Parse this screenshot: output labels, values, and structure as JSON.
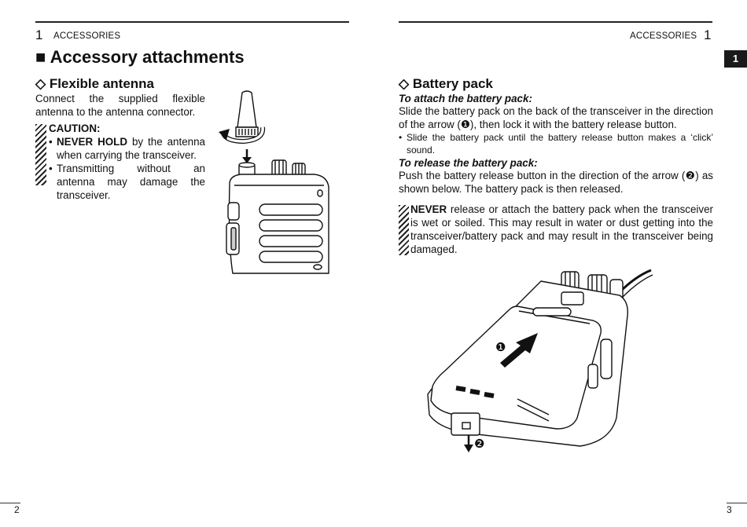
{
  "left_page": {
    "chapter_number": "1",
    "chapter_title": "ACCESSORIES",
    "section_marker": "■",
    "section_title": "Accessory attachments",
    "subsection_marker": "◇",
    "subsection_title": "Flexible antenna",
    "intro": "Connect the supplied flexible antenna to the antenna connector.",
    "caution_label": "CAUTION:",
    "caution_items": [
      {
        "bullet": "•",
        "bold": "NEVER HOLD",
        "text": " by the antenna when carrying the transceiver."
      },
      {
        "bullet": "•",
        "bold": "",
        "text": "Transmitting without an antenna may damage the transceiver."
      }
    ],
    "page_number": "2"
  },
  "right_page": {
    "chapter_title": "ACCESSORIES",
    "chapter_number": "1",
    "tab_label": "1",
    "subsection_marker": "◇",
    "subsection_title": "Battery pack",
    "attach_heading": "To attach the battery pack:",
    "attach_text": "Slide the battery pack on the back of the transceiver in the direction of the arrow (❶), then lock it with the battery release button.",
    "attach_note_bullet": "•",
    "attach_note": "Slide the battery pack until the battery release button makes a ‘click’ sound.",
    "release_heading": "To release the battery pack:",
    "release_text": "Push the battery release button in the direction of the arrow (❷) as shown below. The battery pack is then released.",
    "warning_bold": "NEVER",
    "warning_text": " release or attach the battery pack when the transceiver is wet or soiled. This may result in water or dust getting into the transceiver/battery pack and may result in the transceiver being damaged.",
    "callout_1": "❶",
    "callout_2": "❷",
    "page_number": "3"
  }
}
